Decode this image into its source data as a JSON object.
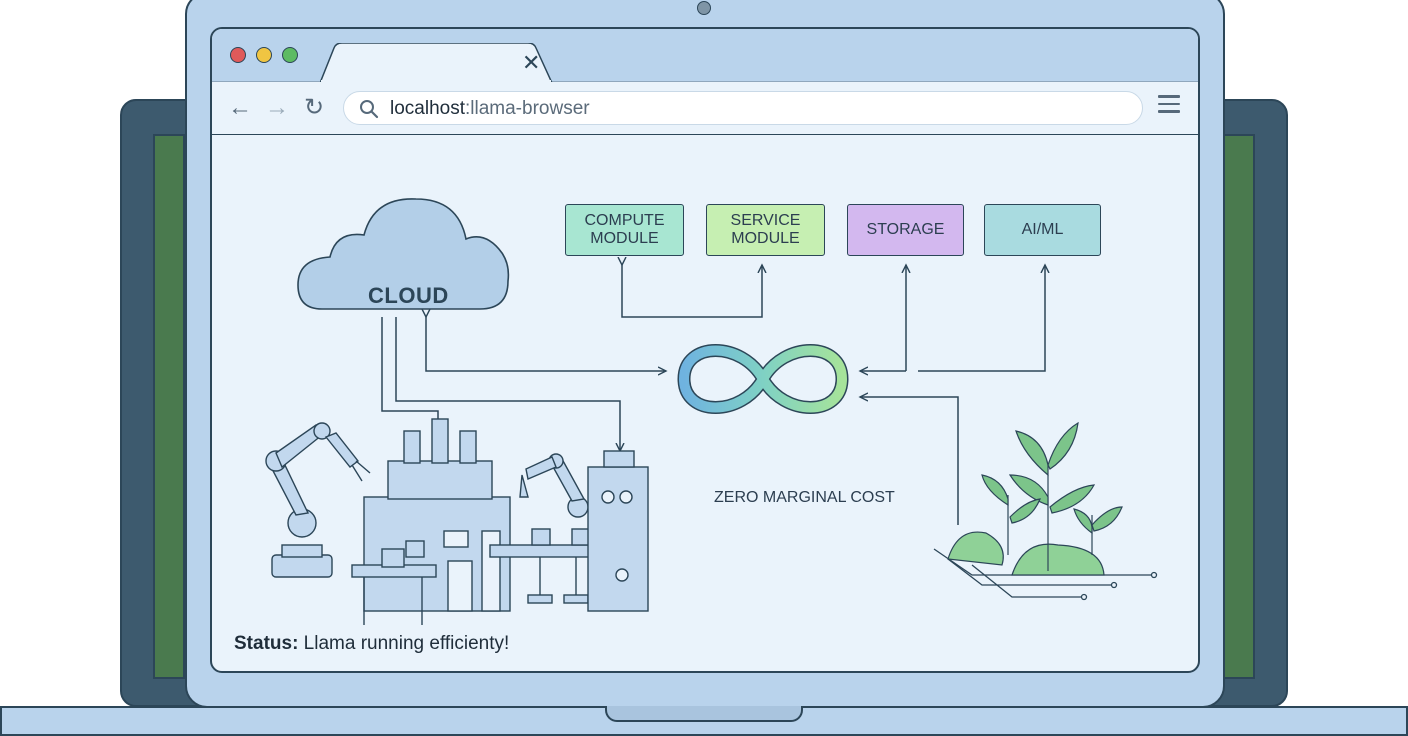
{
  "window": {
    "tab_close": "✕"
  },
  "toolbar": {
    "back": "←",
    "forward": "→",
    "reload": "↻",
    "url_host": "localhost",
    "url_path": ":llama-browser"
  },
  "diagram": {
    "cloud": "CLOUD",
    "modules": [
      {
        "line1": "COMPUTE",
        "line2": "MODULE",
        "color": "#a8e6d2"
      },
      {
        "line1": "SERVICE",
        "line2": "MODULE",
        "color": "#c6efb2"
      },
      {
        "line1": "STORAGE",
        "line2": "",
        "color": "#d3b8ef"
      },
      {
        "line1": "AI/ML",
        "line2": "",
        "color": "#a9dbe0"
      }
    ],
    "center_label": "ZERO MARGINAL COST"
  },
  "status": {
    "label": "Status:",
    "text": " Llama running efficienty!"
  },
  "colors": {
    "accent": "#2c4658",
    "laptop": "#b9d3ec",
    "screen": "#eaf3fb",
    "plant": "#7cc48a"
  }
}
